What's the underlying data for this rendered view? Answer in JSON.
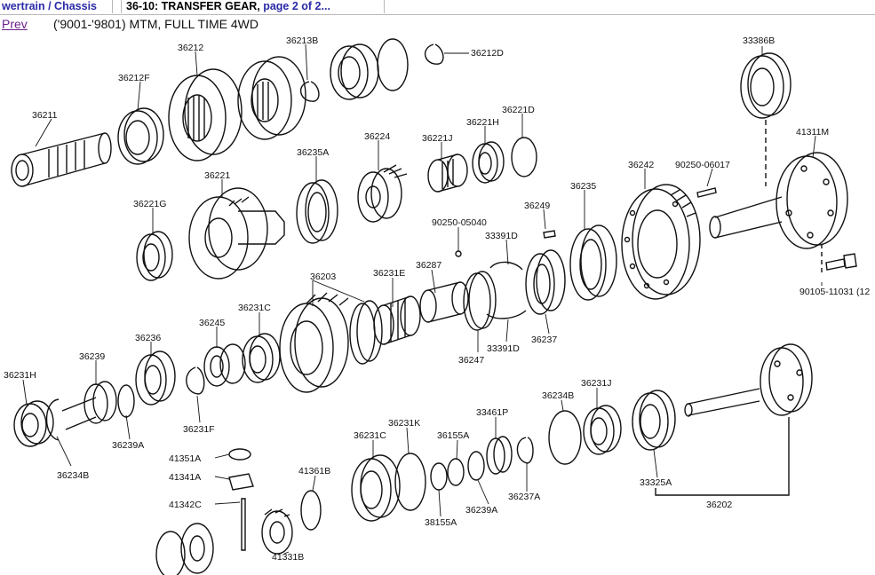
{
  "tabs": [
    {
      "label": "wertrain / Chassis"
    },
    {
      "label": "36-10: TRANSFER GEAR, ",
      "page": "page 2 of 2..."
    }
  ],
  "nav": {
    "prev_label": "Prev"
  },
  "subtitle": "('9001-'9801) MTM, FULL TIME 4WD",
  "parts": [
    "36211",
    "36212F",
    "36212",
    "36213B",
    "36212D",
    "33386B",
    "41311M",
    "36221",
    "36221G",
    "36235A",
    "36224",
    "36221J",
    "36221H",
    "36221D",
    "36242",
    "90250-06017",
    "36235",
    "36249",
    "90250-05040",
    "33391D",
    "90105-11031 (12",
    "36203",
    "36231E",
    "36287",
    "36231C",
    "36245",
    "36236",
    "36239",
    "36231H",
    "36234B",
    "36239A",
    "36231F",
    "36247",
    "33391D",
    "36237",
    "36234B",
    "36231J",
    "36231C",
    "36231K",
    "36155A",
    "33461P",
    "41351A",
    "41341A",
    "41342C",
    "41361B",
    "41331B",
    "38155A",
    "36239A",
    "36237A",
    "33325A",
    "36202"
  ]
}
